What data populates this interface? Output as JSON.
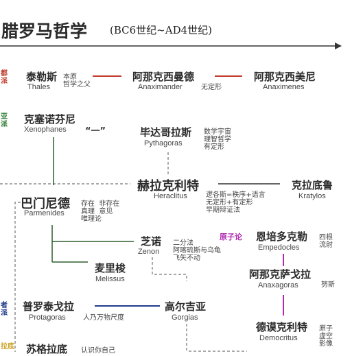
{
  "header": {
    "title": "腊罗马哲学",
    "period": "(BC6世纪~AD4世纪)"
  },
  "left_edge": {
    "a": "都\n派",
    "b": "亚\n派",
    "c": "者\n派",
    "d": "拉底"
  },
  "nodes": {
    "thales": {
      "cn": "泰勒斯",
      "en": "Thales",
      "note": "本原\n哲学之父"
    },
    "anaximander": {
      "cn": "阿那克西曼德",
      "en": "Anaximander",
      "note": "无定形"
    },
    "anaximenes": {
      "cn": "阿那克西美尼",
      "en": "Anaximenes"
    },
    "xenophanes": {
      "cn": "克塞诺芬尼",
      "en": "Xenophanes",
      "note": "“一”"
    },
    "pythagoras": {
      "cn": "毕达哥拉斯",
      "en": "Pythagoras",
      "note": "数学宇宙\n理智哲学\n有定形"
    },
    "heraclitus": {
      "cn": "赫拉克利特",
      "en": "Heraclitus",
      "note": "逻各斯=秩序+语言\n无定形+有定形\n早期辩证法"
    },
    "kratylos": {
      "cn": "克拉底鲁",
      "en": "Kratylos"
    },
    "parmenides": {
      "cn": "巴门尼德",
      "en": "Parmenides",
      "note": "存在  非存在\n真理  意见\n唯理论"
    },
    "zenon": {
      "cn": "芝诺",
      "en": "Zenon",
      "note": "二分法\n阿喀琉斯与乌龟\n飞矢不动"
    },
    "empedocles": {
      "cn": "恩培多克勒",
      "en": "Empedocles",
      "note": "四根\n流射"
    },
    "melissus": {
      "cn": "麦里梭",
      "en": "Melissus"
    },
    "anaxagoras": {
      "cn": "阿那克萨戈拉",
      "en": "Anaxagoras",
      "note": "努斯"
    },
    "protagoras": {
      "cn": "普罗泰戈拉",
      "en": "Protagoras",
      "note": "人乃万物尺度"
    },
    "gorgias": {
      "cn": "高尔吉亚",
      "en": "Gorgias"
    },
    "democritus": {
      "cn": "德谟克利特",
      "en": "Democritus",
      "note": "原子\n虚空\n影像"
    },
    "socrates": {
      "cn": "苏格拉底",
      "note": "认识你自己"
    }
  },
  "atomism_label": "原子论",
  "colors": {
    "red": "#c0392b",
    "green": "#2e5e2e",
    "blue": "#1f3a8a",
    "magenta": "#b12ab1",
    "dashed": "#555555"
  }
}
